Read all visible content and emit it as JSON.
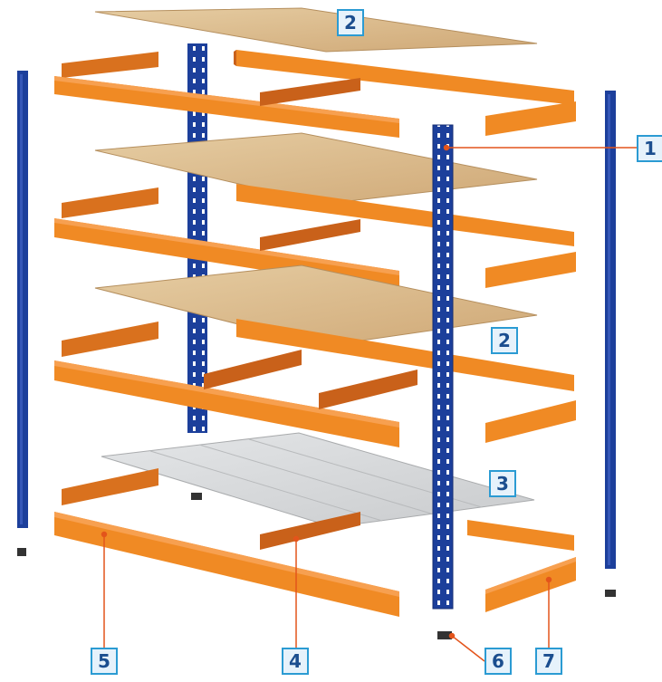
{
  "diagram": {
    "callouts": {
      "upright": "1",
      "top_board": "2",
      "mid_board": "2",
      "steel_shelf": "3",
      "short_beam": "4",
      "long_beam": "5",
      "foot": "6",
      "end_beam": "7"
    },
    "colors": {
      "upright": "#1c3f9b",
      "beam": "#f08a24",
      "beam_dark": "#c9611a",
      "chipboard": "#d9b98a",
      "steel_shelf": "#d6d8da",
      "callout_line": "#e3541b",
      "callout_border": "#2b9bd3",
      "callout_text": "#1b4e8f"
    }
  }
}
